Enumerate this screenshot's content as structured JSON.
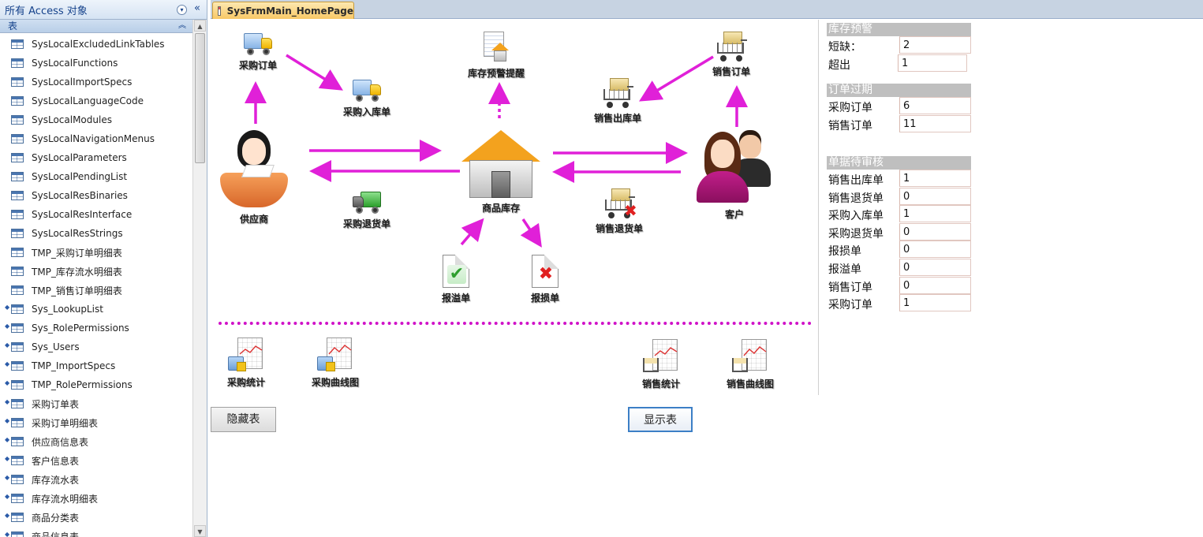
{
  "nav": {
    "title": "所有 Access 对象",
    "group": "表",
    "items": [
      {
        "label": "SysLocalExcludedLinkTables",
        "linked": false
      },
      {
        "label": "SysLocalFunctions",
        "linked": false
      },
      {
        "label": "SysLocalImportSpecs",
        "linked": false
      },
      {
        "label": "SysLocalLanguageCode",
        "linked": false
      },
      {
        "label": "SysLocalModules",
        "linked": false
      },
      {
        "label": "SysLocalNavigationMenus",
        "linked": false
      },
      {
        "label": "SysLocalParameters",
        "linked": false
      },
      {
        "label": "SysLocalPendingList",
        "linked": false
      },
      {
        "label": "SysLocalResBinaries",
        "linked": false
      },
      {
        "label": "SysLocalResInterface",
        "linked": false
      },
      {
        "label": "SysLocalResStrings",
        "linked": false
      },
      {
        "label": "TMP_采购订单明细表",
        "linked": false
      },
      {
        "label": "TMP_库存流水明细表",
        "linked": false
      },
      {
        "label": "TMP_销售订单明细表",
        "linked": false
      },
      {
        "label": "Sys_LookupList",
        "linked": true
      },
      {
        "label": "Sys_RolePermissions",
        "linked": true
      },
      {
        "label": "Sys_Users",
        "linked": true
      },
      {
        "label": "TMP_ImportSpecs",
        "linked": true
      },
      {
        "label": "TMP_RolePermissions",
        "linked": true
      },
      {
        "label": "采购订单表",
        "linked": true
      },
      {
        "label": "采购订单明细表",
        "linked": true
      },
      {
        "label": "供应商信息表",
        "linked": true
      },
      {
        "label": "客户信息表",
        "linked": true
      },
      {
        "label": "库存流水表",
        "linked": true
      },
      {
        "label": "库存流水明细表",
        "linked": true
      },
      {
        "label": "商品分类表",
        "linked": true
      },
      {
        "label": "商品信息表",
        "linked": true
      }
    ]
  },
  "tab": {
    "title": "SysFrmMain_HomePage"
  },
  "flow": {
    "purchase_order": "采购订单",
    "purchase_inbound": "采购入库单",
    "stock_alert": "库存预警提醒",
    "sales_outbound": "销售出库单",
    "sales_order": "销售订单",
    "supplier": "供应商",
    "warehouse": "商品库存",
    "customer": "客户",
    "purchase_return": "采购退货单",
    "sales_return": "销售退货单",
    "overflow": "报溢单",
    "loss": "报损单",
    "purchase_stats": "采购统计",
    "purchase_curve": "采购曲线图",
    "sales_stats": "销售统计",
    "sales_curve": "销售曲线图"
  },
  "buttons": {
    "hide": "隐藏表",
    "show": "显示表"
  },
  "panels": {
    "stock": {
      "title": "库存预警",
      "rows": [
        {
          "k": "短缺：",
          "v": "2"
        },
        {
          "k": "超出",
          "v": "1"
        }
      ]
    },
    "overdue": {
      "title": "订单过期",
      "rows": [
        {
          "k": "采购订单",
          "v": "6"
        },
        {
          "k": "销售订单",
          "v": "11"
        }
      ]
    },
    "pending": {
      "title": "单据待审核",
      "rows": [
        {
          "k": "销售出库单",
          "v": "1"
        },
        {
          "k": "销售退货单",
          "v": "0"
        },
        {
          "k": "采购入库单",
          "v": "1"
        },
        {
          "k": "采购退货单",
          "v": "0"
        },
        {
          "k": "报损单",
          "v": "0"
        },
        {
          "k": "报溢单",
          "v": "0"
        },
        {
          "k": "销售订单",
          "v": "0"
        },
        {
          "k": "采购订单",
          "v": "1"
        }
      ]
    }
  },
  "colors": {
    "arrow": "#e020d8",
    "tab": "#f8c866",
    "panel_header": "#bfbfbf"
  }
}
